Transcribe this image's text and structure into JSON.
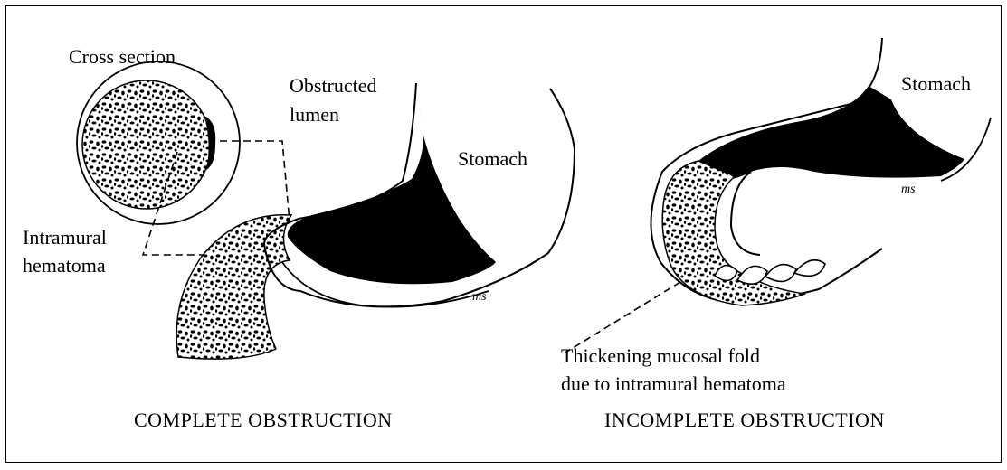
{
  "labels": {
    "cross_section": "Cross section",
    "obstructed_lumen_line1": "Obstructed",
    "obstructed_lumen_line2": "lumen",
    "stomach_left": "Stomach",
    "stomach_right": "Stomach",
    "intramural_line1": "Intramural",
    "intramural_line2": "hematoma",
    "thickening_line1": "Thickening mucosal fold",
    "thickening_line2": "due to intramural hematoma"
  },
  "captions": {
    "left": "COMPLETE OBSTRUCTION",
    "right": "INCOMPLETE OBSTRUCTION"
  },
  "signature": "ms"
}
